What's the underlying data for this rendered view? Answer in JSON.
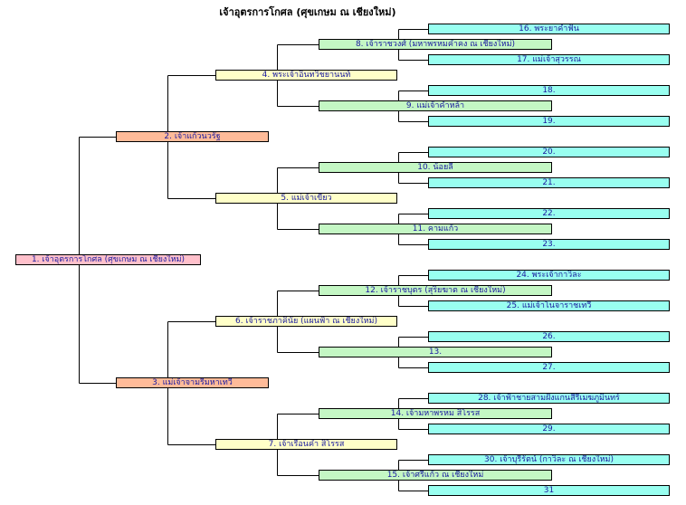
{
  "title": "เจ้าอุตรการโกศล (ศุขเกษม ณ เชียงใหม่)",
  "colors": {
    "gen1": "#ffc0cb",
    "gen2": "#ffbb99",
    "gen3": "#ffffc8",
    "gen4": "#c4f7c4",
    "gen5": "#99fff0",
    "line": "#000000"
  },
  "nodes": [
    {
      "id": 1,
      "gen": 0,
      "parent": null,
      "label": "1. เจ้าอุตรการโกศล (ศุขเกษม ณ เชียงใหม่)"
    },
    {
      "id": 2,
      "gen": 1,
      "parent": 1,
      "label": "2. เจ้าแก้วนวรัฐ"
    },
    {
      "id": 3,
      "gen": 1,
      "parent": 1,
      "label": "3. แม่เจ้าจามรีมหาเทวี"
    },
    {
      "id": 4,
      "gen": 2,
      "parent": 2,
      "label": "4. พระเจ้าอินทวิชยานนท์"
    },
    {
      "id": 5,
      "gen": 2,
      "parent": 2,
      "label": "5. แม่เจ้าเขียว"
    },
    {
      "id": 6,
      "gen": 2,
      "parent": 3,
      "label": "6. เจ้าราชภาคินัย (แผนฟ้า ณ เชียงใหม่)"
    },
    {
      "id": 7,
      "gen": 2,
      "parent": 3,
      "label": "7. เจ้าเรือนคำ สิโรรส"
    },
    {
      "id": 8,
      "gen": 3,
      "parent": 4,
      "label": "8. เจ้าราชวงศ์ (มหาพรหมคำคง ณ เชียงใหม่)"
    },
    {
      "id": 9,
      "gen": 3,
      "parent": 4,
      "label": "9. แม่เจ้าคำหล้า"
    },
    {
      "id": 10,
      "gen": 3,
      "parent": 5,
      "label": "10. น้อยลี้"
    },
    {
      "id": 11,
      "gen": 3,
      "parent": 5,
      "label": "11. คามแก้ว"
    },
    {
      "id": 12,
      "gen": 3,
      "parent": 6,
      "label": "12. เจ้าราชบุตร (สุริยฆาต ณ เชียงใหม่)"
    },
    {
      "id": 13,
      "gen": 3,
      "parent": 6,
      "label": "13."
    },
    {
      "id": 14,
      "gen": 3,
      "parent": 7,
      "label": "14. เจ้ามหาพรหม สิโรรส"
    },
    {
      "id": 15,
      "gen": 3,
      "parent": 7,
      "label": "15. เจ้าศรีแก้ว ณ เชียงใหม่"
    },
    {
      "id": 16,
      "gen": 4,
      "parent": 8,
      "label": "16. พระยาคำฟั่น"
    },
    {
      "id": 17,
      "gen": 4,
      "parent": 8,
      "label": "17. แม่เจ้าสุวรรณ"
    },
    {
      "id": 18,
      "gen": 4,
      "parent": 9,
      "label": "18."
    },
    {
      "id": 19,
      "gen": 4,
      "parent": 9,
      "label": "19."
    },
    {
      "id": 20,
      "gen": 4,
      "parent": 10,
      "label": "20."
    },
    {
      "id": 21,
      "gen": 4,
      "parent": 10,
      "label": "21."
    },
    {
      "id": 22,
      "gen": 4,
      "parent": 11,
      "label": "22."
    },
    {
      "id": 23,
      "gen": 4,
      "parent": 11,
      "label": "23."
    },
    {
      "id": 24,
      "gen": 4,
      "parent": 12,
      "label": "24. พระเจ้ากาวิละ"
    },
    {
      "id": 25,
      "gen": 4,
      "parent": 12,
      "label": "25. แม่เจ้าโนจาราชเทวี"
    },
    {
      "id": 26,
      "gen": 4,
      "parent": 13,
      "label": "26."
    },
    {
      "id": 27,
      "gen": 4,
      "parent": 13,
      "label": "27."
    },
    {
      "id": 28,
      "gen": 4,
      "parent": 14,
      "label": "28. เจ้าฟ้าชายสามฝั่งแกนสีรีเมฆภูมินทร์"
    },
    {
      "id": 29,
      "gen": 4,
      "parent": 14,
      "label": "29."
    },
    {
      "id": 30,
      "gen": 4,
      "parent": 15,
      "label": "30. เจ้าบุรีรัตน์ (กาวิละ ณ เชียงใหม่)"
    },
    {
      "id": 31,
      "gen": 4,
      "parent": 15,
      "label": "31"
    }
  ]
}
